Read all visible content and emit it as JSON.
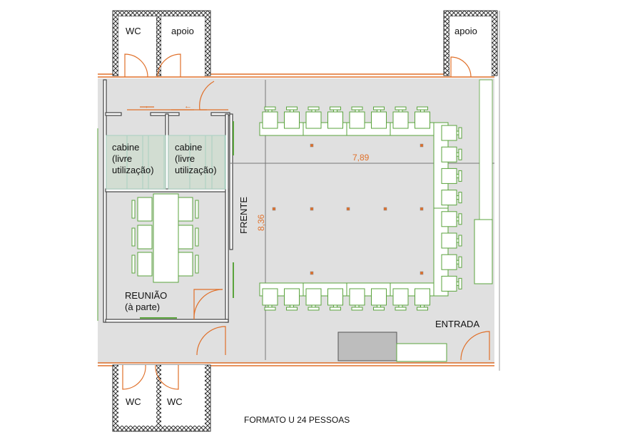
{
  "rooms": {
    "wc_top": "WC",
    "apoio_top_left": "apoio",
    "apoio_top_right": "apoio",
    "wc_bottom_left": "WC",
    "wc_bottom_right": "WC",
    "cabine_1": "cabine\n(livre\nutilização)",
    "cabine_2": "cabine\n(livre\nutilização)",
    "reuniao": "REUNIÃO\n(à parte)"
  },
  "labels": {
    "frente": "FRENTE",
    "entrada": "ENTRADA"
  },
  "dimensions": {
    "width": "7,89",
    "length": "8,36"
  },
  "caption": "FORMATO U 24 PESSOAS",
  "layout_info": {
    "top_row_seats": 8,
    "right_column_seats": 8,
    "bottom_row_seats": 8
  },
  "colors": {
    "wall": "#e0702a",
    "furniture": "#5aa33c",
    "floor": "#e0e0e0"
  }
}
